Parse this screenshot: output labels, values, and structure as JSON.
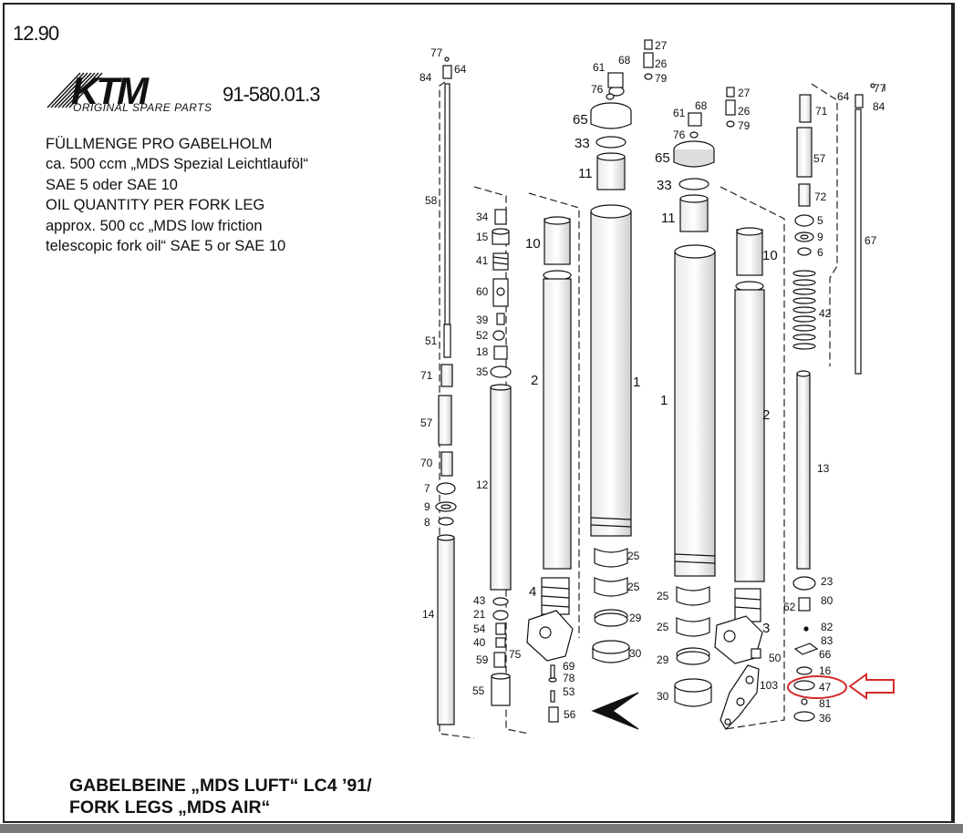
{
  "page": {
    "code": "12.90",
    "part_number": "91-580.01.3"
  },
  "brand": {
    "logo_text": "KTM",
    "tagline": "ORIGINAL SPARE PARTS"
  },
  "oil_info": {
    "lines": [
      "FÜLLMENGE PRO GABELHOLM",
      "ca. 500 ccm „MDS Spezial Leichtlauföl“",
      "SAE 5 oder SAE 10",
      "OIL QUANTITY PER FORK LEG",
      "approx. 500 cc „MDS low friction",
      "telescopic fork oil“ SAE 5 or SAE 10"
    ]
  },
  "title": {
    "line1": "GABELBEINE „MDS LUFT“ LC4 ’91/",
    "line2": "FORK LEGS „MDS AIR“"
  },
  "callouts": {
    "left_rod": [
      "77",
      "84",
      "64",
      "58",
      "51",
      "71",
      "57",
      "70",
      "7",
      "9",
      "8",
      "14"
    ],
    "damper_left": [
      "34",
      "15",
      "41",
      "60",
      "39",
      "52",
      "18",
      "35",
      "12",
      "43",
      "21",
      "54",
      "40",
      "59",
      "75",
      "55"
    ],
    "bottom_left": [
      "10",
      "2",
      "4",
      "69",
      "78",
      "53",
      "56"
    ],
    "tube_left": [
      "61",
      "68",
      "27",
      "26",
      "79",
      "76",
      "65",
      "33",
      "11",
      "1",
      "25",
      "25",
      "29",
      "30"
    ],
    "tube_right": [
      "61",
      "68",
      "27",
      "26",
      "79",
      "76",
      "65",
      "33",
      "11",
      "1",
      "25",
      "25",
      "29",
      "30"
    ],
    "bottom_right": [
      "10",
      "2",
      "3",
      "50",
      "103"
    ],
    "right_stack": [
      "71",
      "57",
      "72",
      "5",
      "9",
      "6",
      "42",
      "13",
      "23",
      "62",
      "80",
      "82",
      "83",
      "66",
      "16",
      "47",
      "81",
      "36"
    ],
    "right_rod": [
      "64",
      "77",
      "84",
      "67"
    ]
  },
  "highlight": {
    "part": "47",
    "color": "#d42a2a"
  }
}
